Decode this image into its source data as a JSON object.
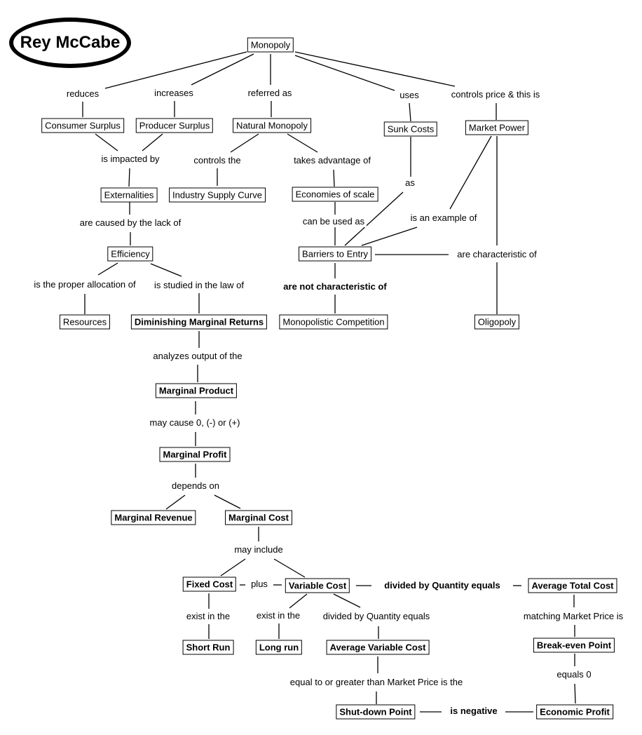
{
  "title": "Rey McCabe",
  "concepts": {
    "monopoly": "Monopoly",
    "consumer_surplus": "Consumer Surplus",
    "producer_surplus": "Producer Surplus",
    "natural_monopoly": "Natural Monopoly",
    "sunk_costs": "Sunk Costs",
    "market_power": "Market Power",
    "externalities": "Externalities",
    "industry_supply_curve": "Industry Supply Curve",
    "economies_of_scale": "Economies of scale",
    "efficiency": "Efficiency",
    "barriers_to_entry": "Barriers to Entry",
    "resources": "Resources",
    "diminishing_marginal_returns": "Diminishing Marginal Returns",
    "monopolistic_competition": "Monopolistic Competition",
    "oligopoly": "Oligopoly",
    "marginal_product": "Marginal Product",
    "marginal_profit": "Marginal Profit",
    "marginal_revenue": "Marginal Revenue",
    "marginal_cost": "Marginal Cost",
    "fixed_cost": "Fixed Cost",
    "variable_cost": "Variable Cost",
    "average_total_cost": "Average Total Cost",
    "short_run": "Short Run",
    "long_run": "Long run",
    "average_variable_cost": "Average Variable Cost",
    "break_even_point": "Break-even Point",
    "shut_down_point": "Shut-down Point",
    "economic_profit": "Economic Profit"
  },
  "links": {
    "reduces": "reduces",
    "increases": "increases",
    "referred_as": "referred as",
    "uses": "uses",
    "controls_price": "controls price & this is",
    "is_impacted_by": "is impacted by",
    "controls_the": "controls the",
    "takes_advantage_of": "takes advantage of",
    "as": "as",
    "are_caused_by": "are caused by the lack of",
    "can_be_used_as": "can be used as",
    "is_an_example_of": "is an example of",
    "are_characteristic_of": "are characteristic of",
    "proper_allocation": "is the proper allocation of",
    "studied_in_law": "is studied in the law of",
    "are_not_characteristic_of": "are not characteristic of",
    "analyzes_output": "analyzes output of the",
    "may_cause": "may cause 0, (-) or (+)",
    "depends_on": "depends on",
    "may_include": "may include",
    "plus": "plus",
    "divided_bold": "divided by Quantity equals",
    "exist_in_1": "exist in the",
    "exist_in_2": "exist in the",
    "divided_plain": "divided by Quantity equals",
    "matching_market_price": "matching Market Price is",
    "equal_or_greater": "equal to or greater than Market Price is the",
    "equals_0": "equals 0",
    "is_negative": "is negative"
  }
}
